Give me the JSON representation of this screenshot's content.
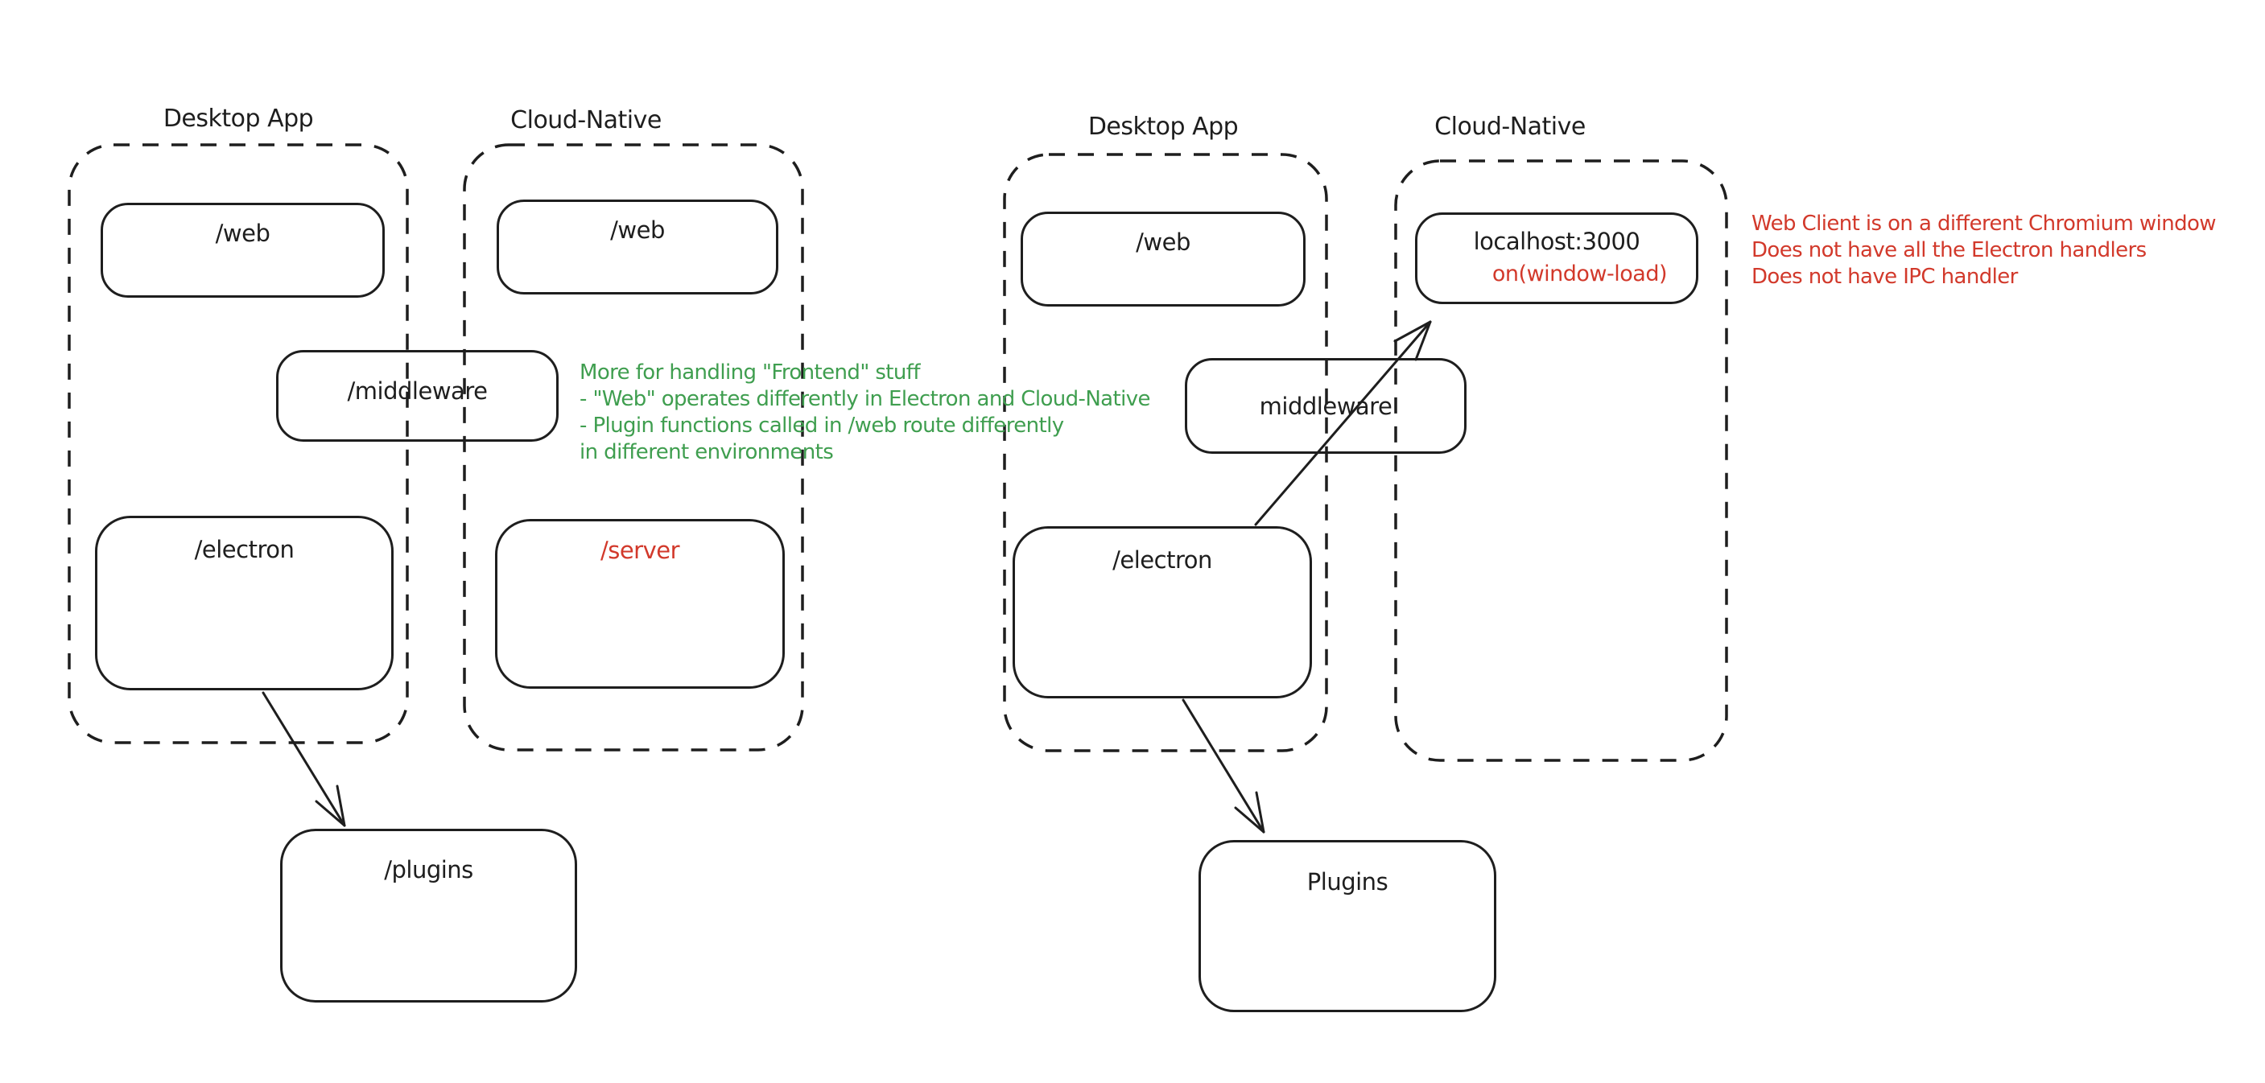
{
  "colors": {
    "background": "#ffffff",
    "stroke": "#1e1e1e",
    "green_annotation": "#3f9e4f",
    "red_annotation": "#d2392b"
  },
  "left_diagram": {
    "desktop_label": "Desktop App",
    "cloud_label": "Cloud-Native",
    "boxes": {
      "web_desktop": "/web",
      "web_cloud": "/web",
      "middleware": "/middleware",
      "electron": "/electron",
      "server": "/server",
      "plugins": "/plugins"
    }
  },
  "right_diagram": {
    "desktop_label": "Desktop App",
    "cloud_label": "Cloud-Native",
    "boxes": {
      "web": "/web",
      "localhost": "localhost:3000",
      "window_load": "on(window-load)",
      "middleware": "middleware",
      "electron": "/electron",
      "plugins": "Plugins"
    }
  },
  "annotations": {
    "green_note": {
      "lines": [
        "More for handling \"Frontend\" stuff",
        "- \"Web\" operates differently in Electron and Cloud-Native",
        "- Plugin functions called in /web route differently",
        "in different environments"
      ]
    },
    "red_note": {
      "lines": [
        "Web Client is on a different Chromium window",
        "Does not have all the Electron handlers",
        "Does not have IPC handler"
      ]
    }
  }
}
